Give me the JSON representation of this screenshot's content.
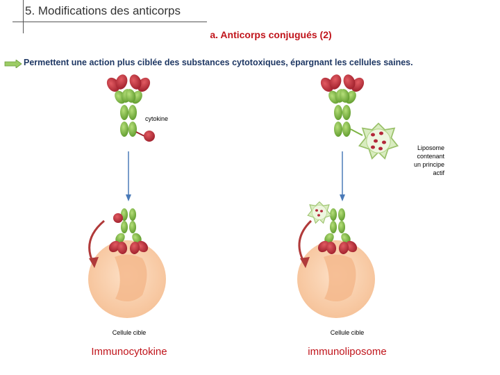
{
  "header": {
    "title": "5.  Modifications des anticorps"
  },
  "subtitle": "a.  Anticorps conjugués (2)",
  "bullet": {
    "text": "Permettent une action plus ciblée des substances cytotoxiques, épargnant les cellules saines."
  },
  "left_panel": {
    "cytokine_label": "cytokine",
    "cell_label": "Cellule cible",
    "name": "Immunocytokine"
  },
  "right_panel": {
    "liposome_label_lines": [
      "Liposome",
      "contenant",
      "un principe",
      "actif"
    ],
    "cell_label": "Cellule cible",
    "name": "immunoliposome"
  },
  "colors": {
    "title_red": "#c0141b",
    "bullet_blue": "#1f3864",
    "antibody_red": "#b3283a",
    "antibody_green": "#7cb342",
    "cell_peach": "#fbd3b3",
    "arrow_blue": "#4a7ab8",
    "curve_red": "#b03a3a"
  }
}
